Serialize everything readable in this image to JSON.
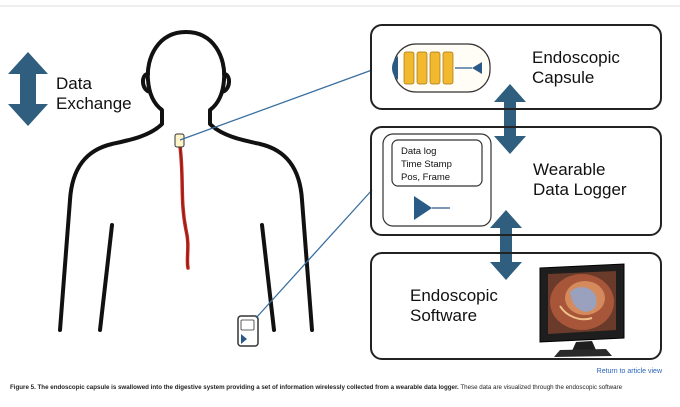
{
  "figure": {
    "data_exchange_label": [
      "Data",
      "Exchange"
    ],
    "capsule_label": [
      "Endoscopic",
      "Capsule"
    ],
    "logger_label": [
      "Wearable",
      "Data Logger"
    ],
    "logger_screen_lines": [
      "Data log",
      "Time Stamp",
      "Pos, Frame"
    ],
    "software_label": [
      "Endoscopic",
      "Software"
    ],
    "colors": {
      "arrow": "#2f5e7e",
      "line_blue": "#3a6fa0",
      "capsule_yellow": "#f2b92e",
      "capsule_blue": "#2b5a86",
      "esophagus_red": "#c0281e",
      "outline": "#111111"
    }
  },
  "footer": {
    "return_link": "Return to article view",
    "caption_label": "Figure 5.",
    "caption_bold": "The endoscopic capsule is swallowed into the digestive system providing a set of information wirelessly collected from a wearable data logger.",
    "caption_rest": "These data are visualized through the endoscopic software"
  }
}
